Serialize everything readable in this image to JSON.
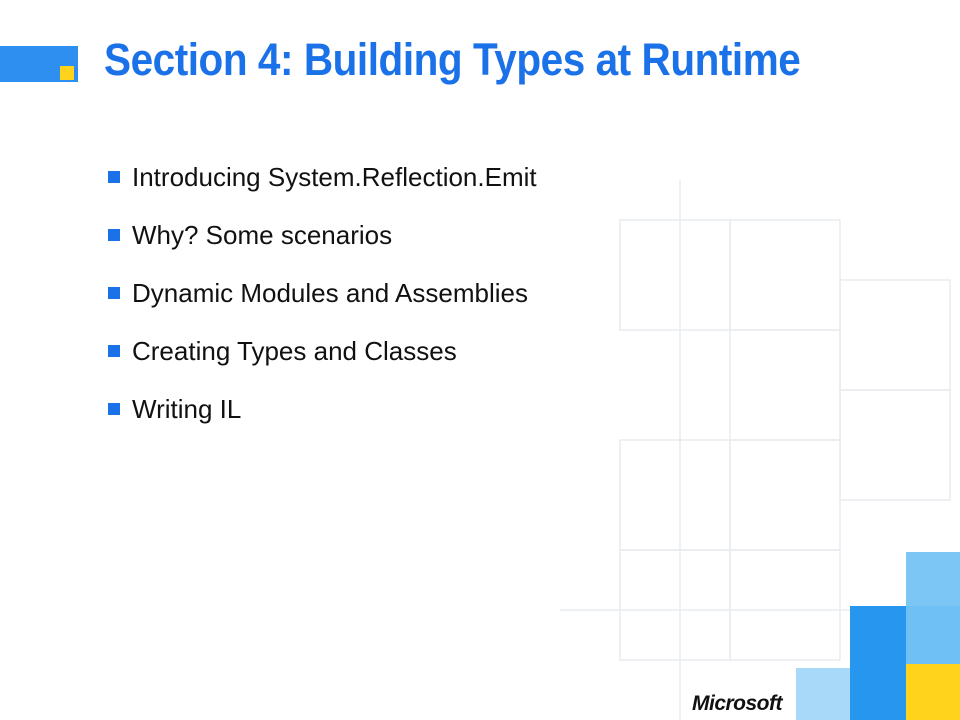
{
  "slide": {
    "title": "Section 4: Building Types at Runtime",
    "bullets": [
      "Introducing System.Reflection.Emit",
      "Why? Some scenarios",
      "Dynamic Modules and Assemblies",
      "Creating Types and Classes",
      "Writing IL"
    ],
    "logo_text": "Microsoft"
  },
  "colors": {
    "title": "#1b72e8",
    "bullet_marker": "#1b72e8",
    "accent_blue": "#2796ee",
    "accent_light_blue": "#7cc6f5",
    "accent_yellow": "#ffd21c"
  },
  "icons": {
    "bullet": "square-bullet-icon",
    "title_accent": "blue-bar-with-yellow-square"
  }
}
